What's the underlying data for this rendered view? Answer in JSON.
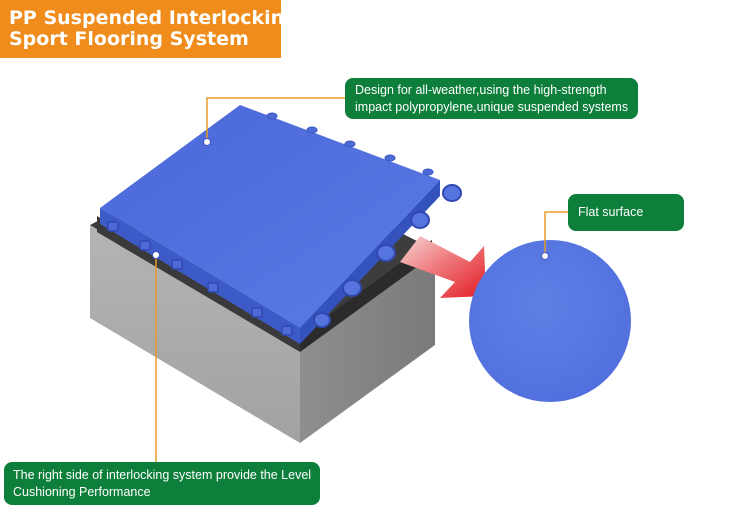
{
  "title": {
    "line1": "PP Suspended Interlocking",
    "line2": "Sport Flooring System"
  },
  "callouts": {
    "top": {
      "line1": "Design for all-weather,using the high-strength",
      "line2": "impact polypropylene,unique suspended systems"
    },
    "flat": {
      "text": "Flat surface"
    },
    "bottom": {
      "line1": "The right side of interlocking system provide the Level",
      "line2": "Cushioning Performance"
    }
  },
  "colors": {
    "banner": "#ef8c1b",
    "callout": "#0d7f3b",
    "tile": "#4f6fdc",
    "base": "#a9a9a9",
    "arrow": "#e8222b"
  }
}
